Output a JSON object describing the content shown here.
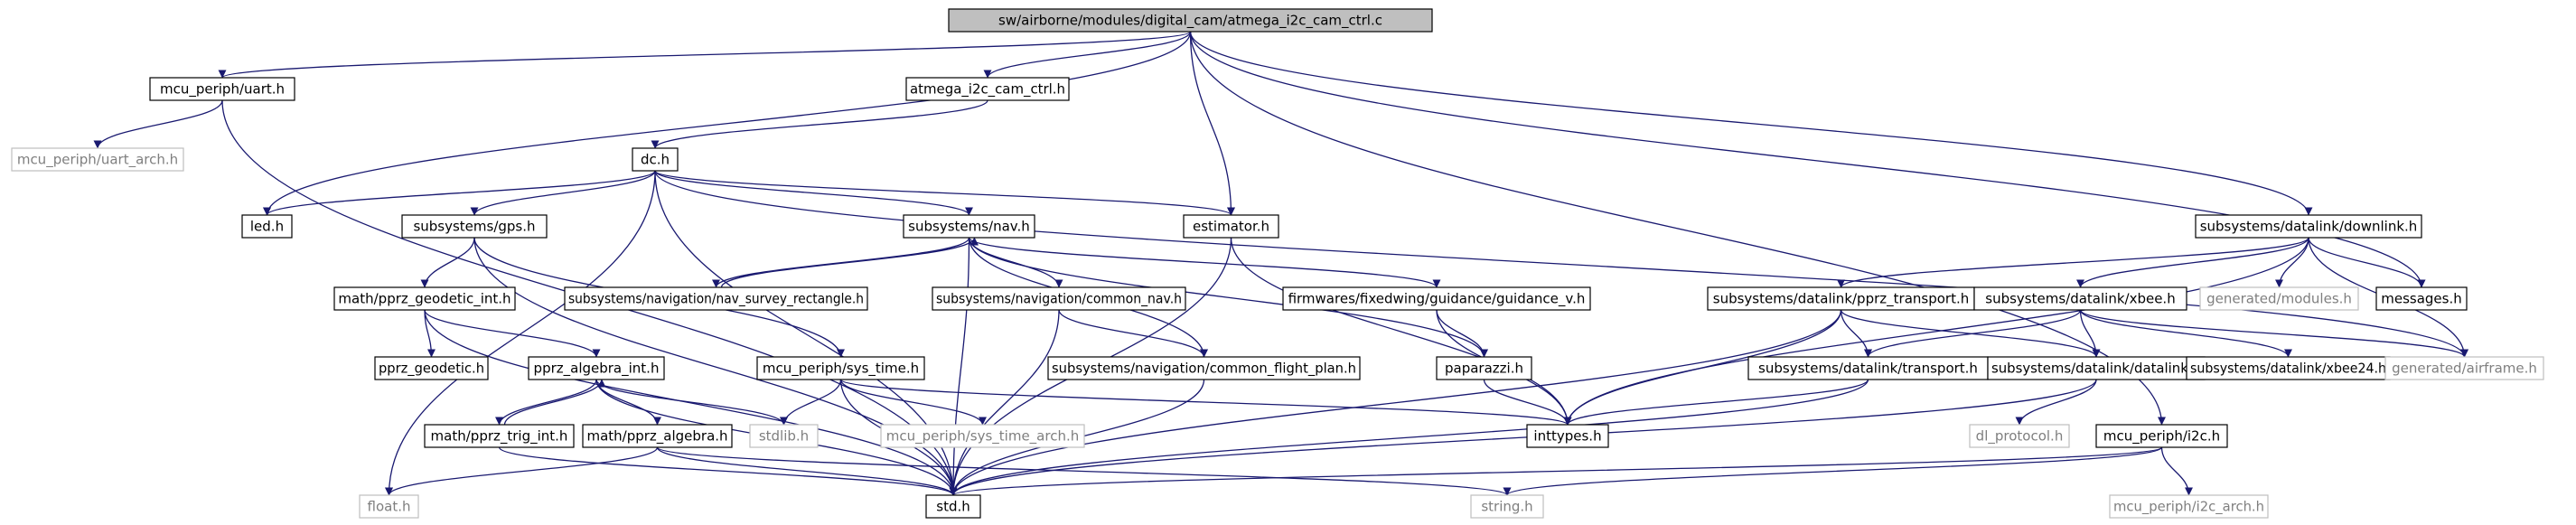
{
  "colors": {
    "edge": "#191970",
    "root_fill": "#bfbfbf",
    "box_fill": "#ffffff",
    "box_border": "#000000",
    "external_border": "#bfbfbf",
    "external_text": "#7f7f7f"
  },
  "nodes": [
    {
      "id": "root",
      "label": "sw/airborne/modules/digital_cam/atmega_i2c_cam_ctrl.c",
      "kind": "root"
    },
    {
      "id": "uart_h",
      "label": "mcu_periph/uart.h",
      "kind": "documented"
    },
    {
      "id": "atmega_h",
      "label": "atmega_i2c_cam_ctrl.h",
      "kind": "documented"
    },
    {
      "id": "uart_arch",
      "label": "mcu_periph/uart_arch.h",
      "kind": "external"
    },
    {
      "id": "dc_h",
      "label": "dc.h",
      "kind": "documented"
    },
    {
      "id": "led_h",
      "label": "led.h",
      "kind": "documented"
    },
    {
      "id": "gps_h",
      "label": "subsystems/gps.h",
      "kind": "documented"
    },
    {
      "id": "nav_h",
      "label": "subsystems/nav.h",
      "kind": "documented"
    },
    {
      "id": "estimator_h",
      "label": "estimator.h",
      "kind": "documented"
    },
    {
      "id": "downlink_h",
      "label": "subsystems/datalink/downlink.h",
      "kind": "documented"
    },
    {
      "id": "geodetic_int",
      "label": "math/pprz_geodetic_int.h",
      "kind": "documented"
    },
    {
      "id": "nav_survey",
      "label": "subsystems/navigation/nav_survey_rectangle.h",
      "kind": "documented"
    },
    {
      "id": "common_nav",
      "label": "subsystems/navigation/common_nav.h",
      "kind": "documented"
    },
    {
      "id": "guidance_v",
      "label": "firmwares/fixedwing/guidance/guidance_v.h",
      "kind": "documented"
    },
    {
      "id": "pprz_transport",
      "label": "subsystems/datalink/pprz_transport.h",
      "kind": "documented"
    },
    {
      "id": "xbee_h",
      "label": "subsystems/datalink/xbee.h",
      "kind": "documented"
    },
    {
      "id": "gen_modules",
      "label": "generated/modules.h",
      "kind": "external"
    },
    {
      "id": "messages_h",
      "label": "messages.h",
      "kind": "documented"
    },
    {
      "id": "pprz_geodetic",
      "label": "pprz_geodetic.h",
      "kind": "documented"
    },
    {
      "id": "algebra_int",
      "label": "pprz_algebra_int.h",
      "kind": "documented"
    },
    {
      "id": "sys_time",
      "label": "mcu_periph/sys_time.h",
      "kind": "documented"
    },
    {
      "id": "common_fp",
      "label": "subsystems/navigation/common_flight_plan.h",
      "kind": "documented"
    },
    {
      "id": "paparazzi_h",
      "label": "paparazzi.h",
      "kind": "documented"
    },
    {
      "id": "transport_h",
      "label": "subsystems/datalink/transport.h",
      "kind": "documented"
    },
    {
      "id": "datalink_h",
      "label": "subsystems/datalink/datalink.h",
      "kind": "documented"
    },
    {
      "id": "xbee24",
      "label": "subsystems/datalink/xbee24.h",
      "kind": "documented"
    },
    {
      "id": "gen_airframe",
      "label": "generated/airframe.h",
      "kind": "external"
    },
    {
      "id": "trig_int",
      "label": "math/pprz_trig_int.h",
      "kind": "documented"
    },
    {
      "id": "pprz_algebra",
      "label": "math/pprz_algebra.h",
      "kind": "documented"
    },
    {
      "id": "stdlib_h",
      "label": "stdlib.h",
      "kind": "external"
    },
    {
      "id": "sys_time_arch",
      "label": "mcu_periph/sys_time_arch.h",
      "kind": "external"
    },
    {
      "id": "inttypes_h",
      "label": "inttypes.h",
      "kind": "documented"
    },
    {
      "id": "dl_protocol",
      "label": "dl_protocol.h",
      "kind": "external"
    },
    {
      "id": "i2c_h",
      "label": "mcu_periph/i2c.h",
      "kind": "documented"
    },
    {
      "id": "float_h",
      "label": "float.h",
      "kind": "external"
    },
    {
      "id": "std_h",
      "label": "std.h",
      "kind": "documented"
    },
    {
      "id": "string_h",
      "label": "string.h",
      "kind": "external"
    },
    {
      "id": "i2c_arch",
      "label": "mcu_periph/i2c_arch.h",
      "kind": "external"
    }
  ],
  "edges": [
    [
      "root",
      "uart_h"
    ],
    [
      "root",
      "atmega_h"
    ],
    [
      "root",
      "led_h"
    ],
    [
      "root",
      "estimator_h"
    ],
    [
      "root",
      "downlink_h"
    ],
    [
      "root",
      "messages_h"
    ],
    [
      "root",
      "i2c_h"
    ],
    [
      "uart_h",
      "uart_arch"
    ],
    [
      "uart_h",
      "std_h"
    ],
    [
      "atmega_h",
      "dc_h"
    ],
    [
      "dc_h",
      "led_h"
    ],
    [
      "dc_h",
      "gps_h"
    ],
    [
      "dc_h",
      "nav_h"
    ],
    [
      "dc_h",
      "estimator_h"
    ],
    [
      "dc_h",
      "gen_airframe"
    ],
    [
      "dc_h",
      "float_h"
    ],
    [
      "dc_h",
      "std_h"
    ],
    [
      "gps_h",
      "geodetic_int"
    ],
    [
      "gps_h",
      "sys_time"
    ],
    [
      "gps_h",
      "std_h"
    ],
    [
      "geodetic_int",
      "pprz_geodetic"
    ],
    [
      "geodetic_int",
      "algebra_int"
    ],
    [
      "geodetic_int",
      "std_h"
    ],
    [
      "algebra_int",
      "trig_int"
    ],
    [
      "algebra_int",
      "pprz_algebra"
    ],
    [
      "algebra_int",
      "stdlib_h"
    ],
    [
      "algebra_int",
      "std_h"
    ],
    [
      "trig_int",
      "algebra_int"
    ],
    [
      "trig_int",
      "std_h"
    ],
    [
      "pprz_algebra",
      "float_h"
    ],
    [
      "pprz_algebra",
      "string_h"
    ],
    [
      "pprz_algebra",
      "std_h"
    ],
    [
      "nav_h",
      "nav_survey"
    ],
    [
      "nav_survey",
      "nav_h"
    ],
    [
      "nav_h",
      "common_nav"
    ],
    [
      "nav_h",
      "common_fp"
    ],
    [
      "nav_h",
      "guidance_v"
    ],
    [
      "nav_h",
      "paparazzi_h"
    ],
    [
      "nav_h",
      "std_h"
    ],
    [
      "common_nav",
      "common_fp"
    ],
    [
      "common_nav",
      "std_h"
    ],
    [
      "common_fp",
      "std_h"
    ],
    [
      "guidance_v",
      "paparazzi_h"
    ],
    [
      "guidance_v",
      "inttypes_h"
    ],
    [
      "paparazzi_h",
      "inttypes_h"
    ],
    [
      "estimator_h",
      "inttypes_h"
    ],
    [
      "estimator_h",
      "std_h"
    ],
    [
      "sys_time",
      "stdlib_h"
    ],
    [
      "sys_time",
      "sys_time_arch"
    ],
    [
      "sys_time",
      "inttypes_h"
    ],
    [
      "sys_time",
      "std_h"
    ],
    [
      "downlink_h",
      "pprz_transport"
    ],
    [
      "downlink_h",
      "xbee_h"
    ],
    [
      "downlink_h",
      "gen_modules"
    ],
    [
      "downlink_h",
      "messages_h"
    ],
    [
      "downlink_h",
      "gen_airframe"
    ],
    [
      "downlink_h",
      "inttypes_h"
    ],
    [
      "pprz_transport",
      "transport_h"
    ],
    [
      "pprz_transport",
      "datalink_h"
    ],
    [
      "pprz_transport",
      "inttypes_h"
    ],
    [
      "pprz_transport",
      "std_h"
    ],
    [
      "xbee_h",
      "transport_h"
    ],
    [
      "xbee_h",
      "datalink_h"
    ],
    [
      "xbee_h",
      "xbee24"
    ],
    [
      "xbee_h",
      "gen_airframe"
    ],
    [
      "transport_h",
      "inttypes_h"
    ],
    [
      "transport_h",
      "std_h"
    ],
    [
      "datalink_h",
      "dl_protocol"
    ],
    [
      "datalink_h",
      "std_h"
    ],
    [
      "i2c_h",
      "i2c_arch"
    ],
    [
      "i2c_h",
      "string_h"
    ],
    [
      "i2c_h",
      "std_h"
    ]
  ]
}
